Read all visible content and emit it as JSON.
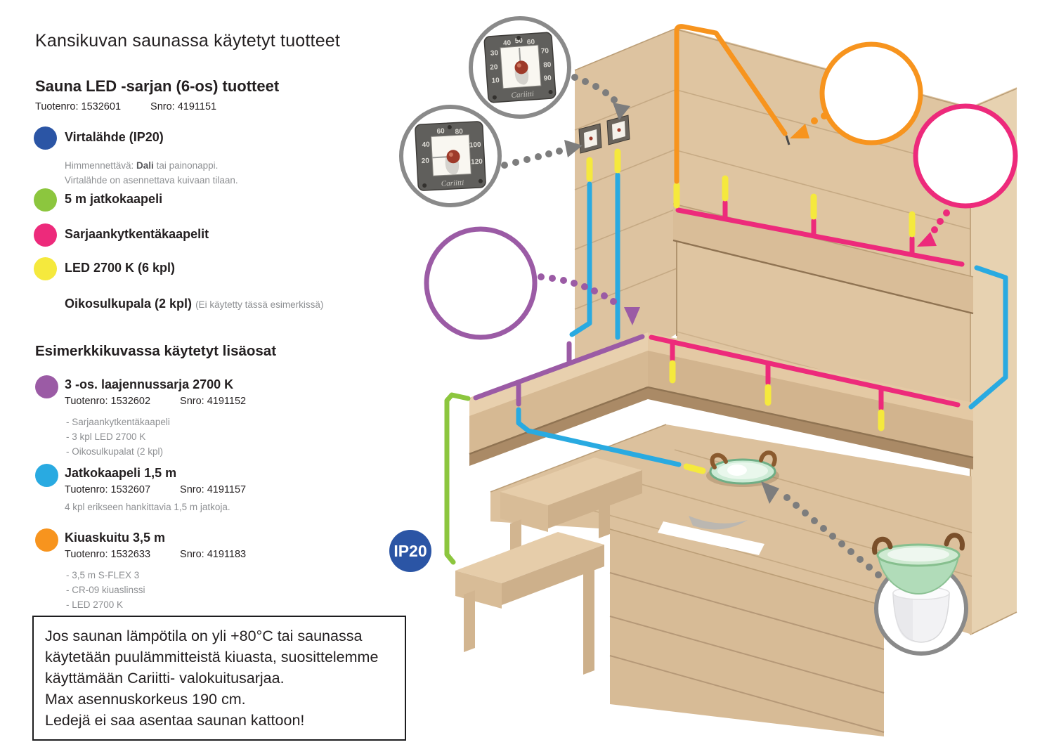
{
  "page": {
    "title": "Kansikuvan saunassa käytetyt tuotteet"
  },
  "kit": {
    "heading": "Sauna LED -sarjan (6-os) tuotteet",
    "tuotenro": "Tuotenro: 1532601",
    "snro": "Snro: 4191151",
    "items": [
      {
        "color": "#2b55a5",
        "label": "Virtalähde (IP20)",
        "note_prefix": "Himmennettävä: ",
        "note_bold": "Dali",
        "note_suffix": " tai painonappi.",
        "note2": "Virtalähde on asennettava kuivaan tilaan."
      },
      {
        "color": "#8cc63e",
        "label": "5 m jatkokaapeli"
      },
      {
        "color": "#ed2a7b",
        "label": "Sarjaankytkentäkaapelit"
      },
      {
        "color": "#f8ea33",
        "label": "LED 2700 K (6 kpl)"
      },
      {
        "label": "Oikosulkupala (2 kpl)",
        "note": "(Ei käytetty tässä esimerkissä)"
      }
    ]
  },
  "extras": {
    "heading": "Esimerkkikuvassa käytetyt lisäosat",
    "items": [
      {
        "color": "#9b5ba5",
        "label": "3 -os. laajennussarja 2700 K",
        "tuotenro": "Tuotenro: 1532602",
        "snro": "Snro: 4191152",
        "bullets": [
          "-  Sarjaankytkentäkaapeli",
          "-  3 kpl LED 2700 K",
          "-  Oikosulkupalat (2 kpl)"
        ]
      },
      {
        "color": "#29aae1",
        "label": "Jatkokaapeli 1,5 m",
        "tuotenro": "Tuotenro: 1532607",
        "snro": "Snro: 4191157",
        "note": "4 kpl erikseen hankittavia 1,5 m jatkoja."
      },
      {
        "color": "#f7941e",
        "label": "Kiuaskuitu 3,5 m",
        "tuotenro": "Tuotenro: 1532633",
        "snro": "Snro: 4191183",
        "bullets": [
          "-  3,5 m S-FLEX 3",
          "-  CR-09 kiuaslinssi",
          "-  LED 2700 K"
        ]
      }
    ]
  },
  "warning": {
    "lines": [
      "Jos saunan lämpötila on yli +80°C tai saunassa",
      "käytetään puulämmitteistä kiuasta, suosittelemme",
      "käyttämään Cariitti- valokuitusarjaa.",
      "Max asennuskorkeus 190 cm.",
      "Ledejä ei saa asentaa saunan kattoon!"
    ]
  },
  "illustration": {
    "ip20_label": "IP20",
    "brand_signature": "Cariitti",
    "gauges": {
      "humidity": {
        "ticks": [
          "40",
          "50",
          "60",
          "30",
          "70",
          "20",
          "80",
          "10",
          "90"
        ]
      },
      "temperature": {
        "ticks": [
          "60",
          "80",
          "40",
          "100",
          "20",
          "120"
        ]
      }
    }
  },
  "palette": {
    "blue": "#2b55a5",
    "green": "#8cc63e",
    "pink": "#ed2a7b",
    "yellow": "#f5e93d",
    "purple": "#9b5ba5",
    "cyan": "#29aae1",
    "orange": "#f7941e",
    "callout-gray": "#8a8a8a",
    "wood": "#dfc5a1",
    "text": "#231f20",
    "muted": "#8d8f92"
  }
}
